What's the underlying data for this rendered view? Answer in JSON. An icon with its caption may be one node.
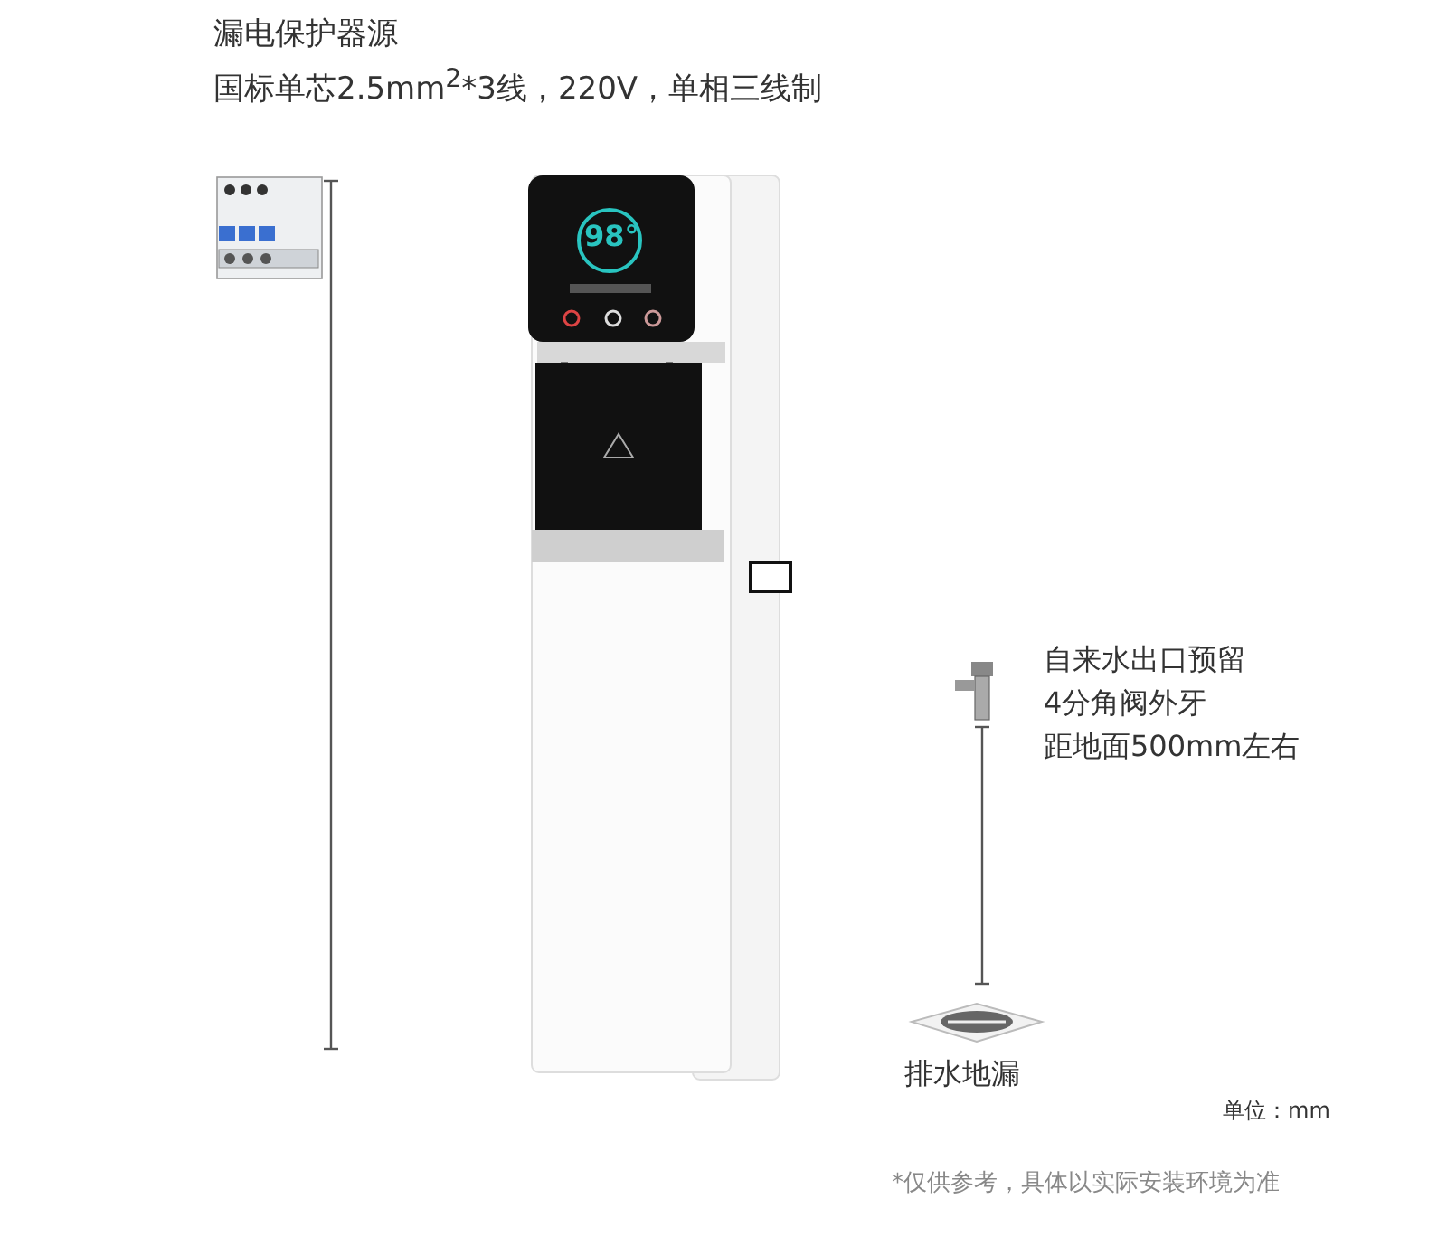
{
  "diagram": {
    "labels": [
      "漏电保护器源",
      "国标单芯2.5mm$^{2}$*3线，220V，单相三线制",
      "98°",
      "自来水出口预留",
      "4分角阀外牙",
      "距地面500mm左右",
      "排水地漏",
      "单位：mm",
      "*仅供参考，具体以实际安装环境为准"
    ]
  }
}
